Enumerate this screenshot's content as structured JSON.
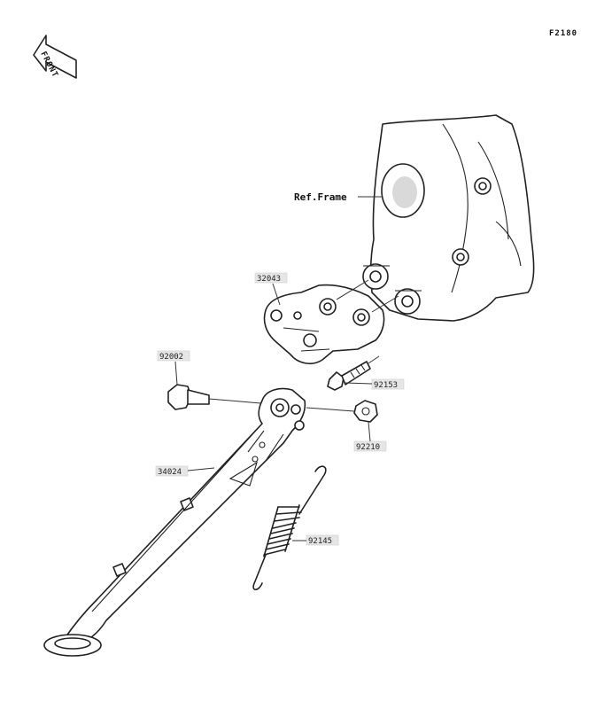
{
  "diagram_code": "F2180",
  "front_label": "FRONT",
  "ref_frame_label": "Ref.Frame",
  "parts": [
    {
      "id": "bracket",
      "number": "32043"
    },
    {
      "id": "pivot-bolt",
      "number": "92002"
    },
    {
      "id": "mount-bolt",
      "number": "92153"
    },
    {
      "id": "nut",
      "number": "92210"
    },
    {
      "id": "side-stand",
      "number": "34024"
    },
    {
      "id": "spring",
      "number": "92145"
    }
  ]
}
